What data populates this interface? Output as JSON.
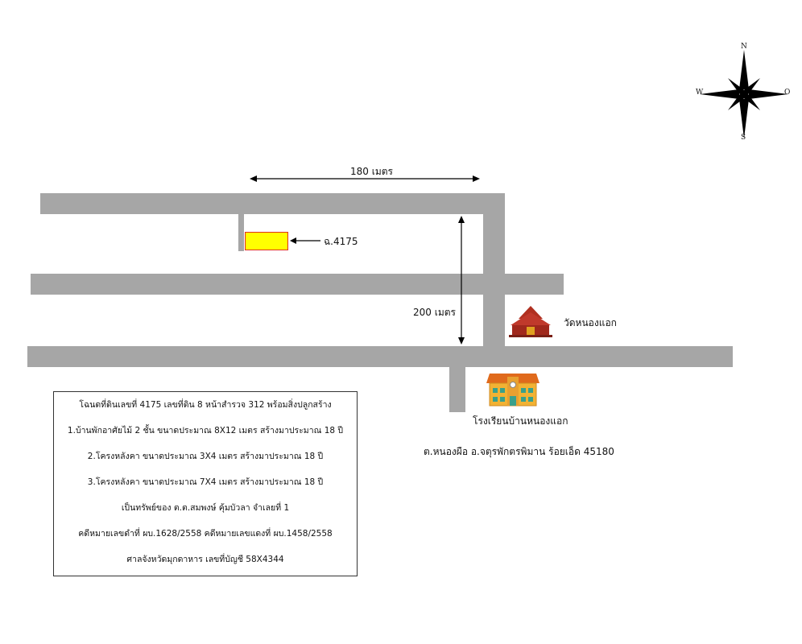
{
  "compass": {
    "n": "N",
    "s": "S",
    "w": "W",
    "e": "O"
  },
  "distances": {
    "horizontal": "180 เมตร",
    "vertical": "200 เมตร"
  },
  "plot_label": "ฉ.4175",
  "landmarks": {
    "temple": "วัดหนองแอก",
    "school": "โรงเรียนบ้านหนองแอก"
  },
  "address": "ต.หนองผือ อ.จตุรพักตรพิมาน ร้อยเอ็ด 45180",
  "colors": {
    "road": "#a6a6a6",
    "plot_fill": "#ffff00",
    "plot_border": "#e03020"
  },
  "info_box": [
    "โฉนดที่ดินเลขที่ 4175 เลขที่ดิน 8 หน้าสำรวจ 312 พร้อมสิ่งปลูกสร้าง",
    "1.บ้านพักอาศัยไม้ 2 ชั้น ขนาดประมาณ 8X12 เมตร สร้างมาประมาณ 18 ปี",
    "2.โครงหลังคา ขนาดประมาณ 3X4 เมตร สร้างมาประมาณ 18 ปี",
    "3.โครงหลังคา ขนาดประมาณ 7X4 เมตร สร้างมาประมาณ 18 ปี",
    "เป็นทรัพย์ของ ต.ต.สมพงษ์ คุ้มบัวลา จำเลยที่ 1",
    "คดีหมายเลขดำที่ ผบ.1628/2558  คดีหมายเลขแดงที่ ผบ.1458/2558",
    "ศาลจังหวัดมุกดาหาร   เลขที่บัญชี 58X4344"
  ]
}
